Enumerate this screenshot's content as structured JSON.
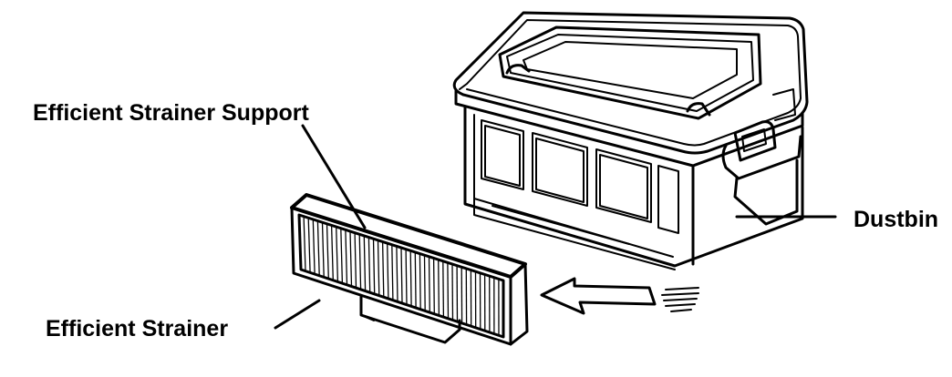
{
  "labels": {
    "support": "Efficient Strainer Support",
    "dustbin": "Dustbin",
    "strainer": "Efficient Strainer"
  },
  "colors": {
    "line": "#000000",
    "background": "#ffffff"
  }
}
